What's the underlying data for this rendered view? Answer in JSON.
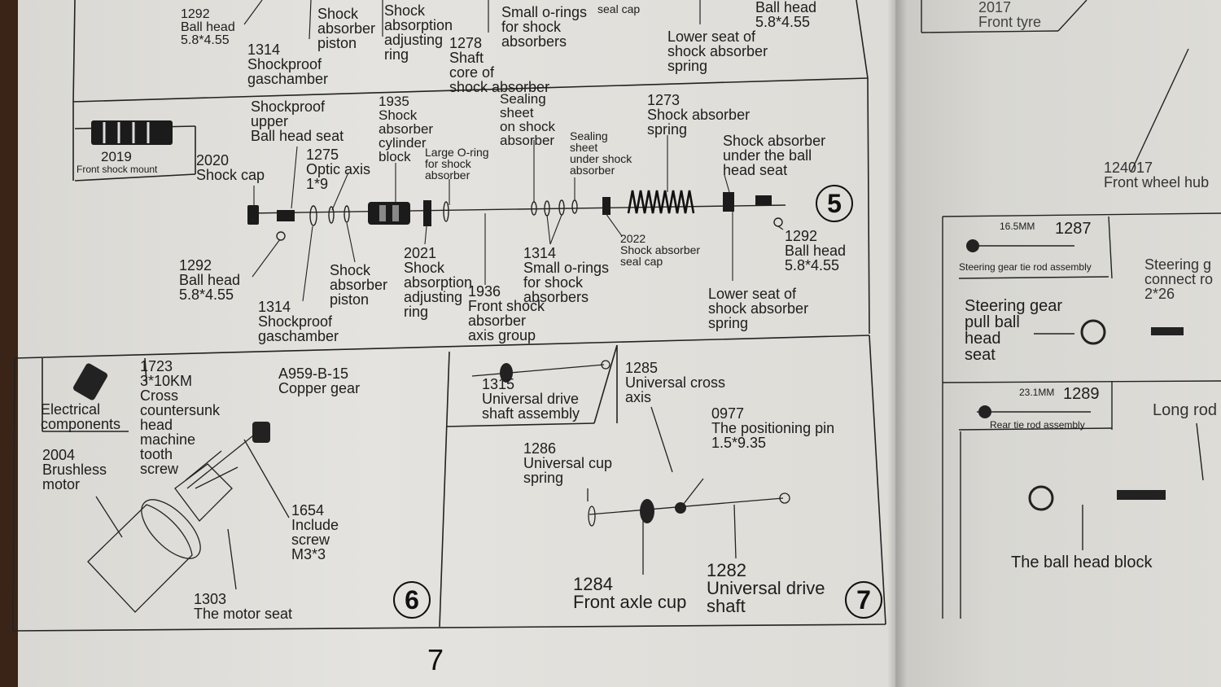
{
  "top_strip": {
    "l1292": "1292\nBall head\n5.8*4.55",
    "l1314": "1314\nShockproof\ngaschamber",
    "piston": "Shock\nabsorber\npiston",
    "adjust": "Shock\nabsorption\nadjusting\nring",
    "l1278": "1278\nShaft\ncore of\nshock absorber",
    "orings": "Small o-rings\nfor shock\nabsorbers",
    "sealcap": "seal cap",
    "lowerseat": "Lower seat of\nshock absorber\nspring",
    "ballhead": "Ball head\n5.8*4.55"
  },
  "section5": {
    "badge": "5",
    "front_mount_num": "2019",
    "front_mount": "Front shock mount",
    "shock_cap": "2020\nShock cap",
    "upper_seat": "Shockproof\nupper\nBall head seat",
    "optic": "1275\nOptic axis\n1*9",
    "cylinder": "1935\nShock\nabsorber\ncylinder\nblock",
    "oring": "Large O-ring\nfor shock\nabsorber",
    "sealing_on": "Sealing\nsheet\non shock\nabsorber",
    "sealing_under": "Sealing\nsheet\nunder shock\nabsorber",
    "spring": "1273\nShock absorber\nspring",
    "under_ball": "Shock absorber\nunder the ball\nhead seat",
    "ball_left": "1292\nBall head\n5.8*4.55",
    "gas": "1314\nShockproof\ngaschamber",
    "piston": "Shock\nabsorber\npiston",
    "adjust": "2021\nShock\nabsorption\nadjusting\nring",
    "axis_group": "1936\nFront shock\nabsorber\naxis group",
    "orings": "1314\nSmall o-rings\nfor shock\nabsorbers",
    "sealcap": "2022\nShock absorber\nseal cap",
    "lowerseat": "Lower seat of\nshock absorber\nspring",
    "ball_right": "1292\nBall head\n5.8*4.55"
  },
  "section6": {
    "badge": "6",
    "electrical": "Electrical\ncomponents",
    "motor": "2004\nBrushless\nmotor",
    "screw": "1723\n3*10KM\nCross\ncountersunk\nhead\nmachine\ntooth\nscrew",
    "gear": "A959-B-15\nCopper gear",
    "include_screw": "1654\nInclude\nscrew\nM3*3",
    "motor_seat": "1303\nThe motor seat"
  },
  "section7": {
    "badge": "7",
    "drive_shaft_assembly": "1315\nUniversal drive\nshaft assembly",
    "cross_axis": "1285\nUniversal cross\naxis",
    "pin": "0977\nThe positioning pin\n1.5*9.35",
    "cup_spring": "1286\nUniversal cup\nspring",
    "axle_cup": "1284\nFront axle cup",
    "drive_shaft": "1282\nUniversal drive\nshaft"
  },
  "page_number": "7",
  "right_page": {
    "front_tyre": "2017\nFront tyre",
    "wheel_hub": "124017\nFront wheel hub",
    "dim1": "16.5MM",
    "tie_rod_num": "1287",
    "tie_rod": "Steering gear tie rod assembly",
    "steering_connect": "Steering g\nconnect ro\n2*26",
    "pull_ball": "Steering gear\npull ball\nhead\nseat",
    "dim2": "23.1MM",
    "rear_num": "1289",
    "rear_tie": "Rear tie rod assembly",
    "long_rod": "Long rod",
    "ball_block": "The ball head block"
  }
}
